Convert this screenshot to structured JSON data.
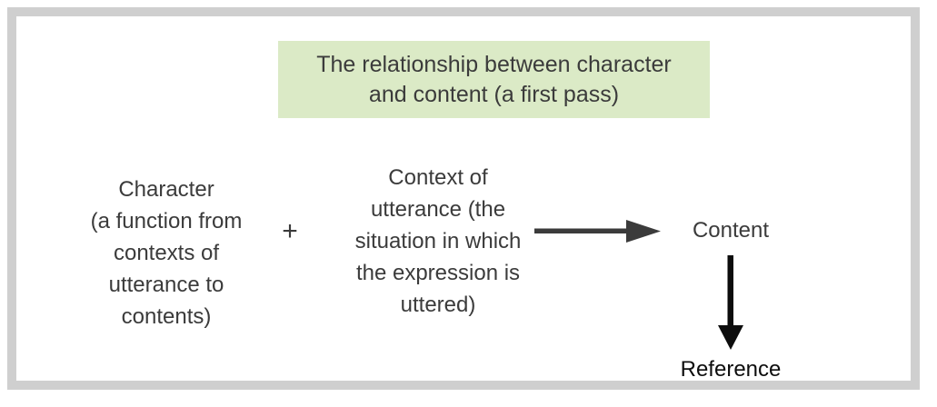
{
  "diagram": {
    "title": "The relationship between character\nand content (a first pass)",
    "title_bg_color": "#dbeac6",
    "frame_color": "#cfcfcf",
    "nodes": {
      "character": "Character\n(a function from\ncontexts of\nutterance to\ncontents)",
      "plus": "+",
      "context": "Context of\nutterance (the\nsituation in which\nthe expression is\nuttered)",
      "content": "Content",
      "reference": "Reference"
    },
    "arrows": {
      "horizontal_label": "character-plus-context-yields-content-arrow",
      "horizontal_color": "#3b3b3b",
      "vertical_label": "content-determines-reference-arrow",
      "vertical_color": "#0d0d0d"
    }
  }
}
